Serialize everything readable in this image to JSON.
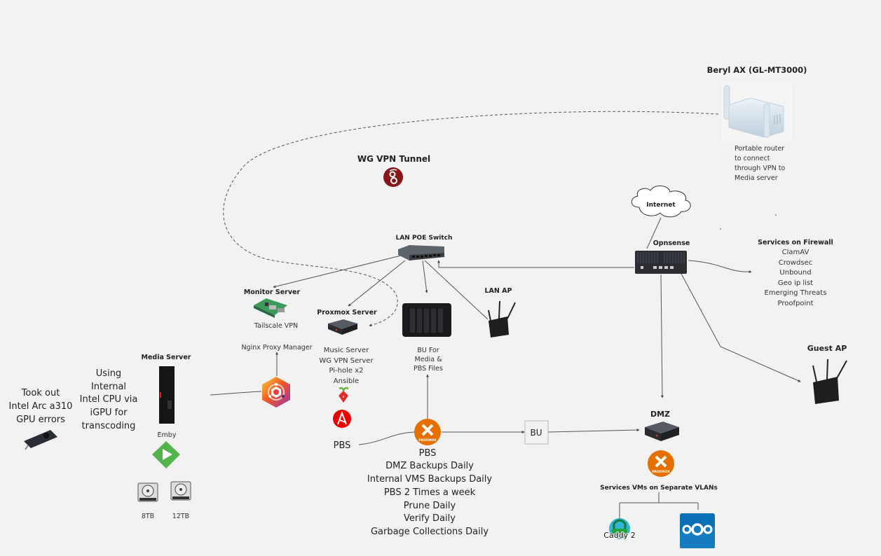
{
  "diagram": {
    "nodes": {
      "beryl": {
        "title": "Beryl AX (GL-MT3000)",
        "notes": [
          "Portable router",
          "to connect",
          "through VPN to",
          "Media server"
        ]
      },
      "wg_tunnel": {
        "title": "WG VPN Tunnel",
        "icon": "wireguard-icon"
      },
      "internet": {
        "title": "Internet"
      },
      "opnsense": {
        "title": "Opnsense"
      },
      "firewall_services": {
        "title": "Services on Firewall",
        "items": [
          "ClamAV",
          "Crowdsec",
          "Unbound",
          "Geo ip list",
          "Emerging Threats",
          "Proofpoint"
        ]
      },
      "lan_switch": {
        "title": "LAN POE Switch"
      },
      "monitor_server": {
        "title": "Monitor Server",
        "notes": [
          "Tailscale VPN"
        ]
      },
      "nginx": {
        "title": "Nginx Proxy Manager"
      },
      "proxmox_server": {
        "title": "Proxmox Server",
        "items": [
          "Music Server",
          "WG VPN Server",
          "Pi-hole x2",
          "Ansible"
        ]
      },
      "nas": {
        "notes": [
          "BU For",
          "Media &",
          "PBS Files"
        ]
      },
      "lan_ap": {
        "title": "LAN AP"
      },
      "guest_ap": {
        "title": "Guest AP"
      },
      "media_server": {
        "title": "Media Server",
        "app": "Emby",
        "disks": [
          "8TB",
          "12TB"
        ]
      },
      "igpu_note": {
        "lines": [
          "Using",
          "Internal",
          "Intel CPU via",
          "iGPU for",
          "transcoding"
        ]
      },
      "gpu_note": {
        "lines": [
          "Took out",
          "Intel Arc a310",
          "GPU errors"
        ]
      },
      "pbs": {
        "label": "PBS",
        "items": [
          "PBS",
          "DMZ Backups Daily",
          "Internal VMS Backups Daily",
          "PBS 2 Times a week",
          "Prune Daily",
          "Verify Daily",
          "Garbage Collections Daily"
        ]
      },
      "bu_box": {
        "label": "BU"
      },
      "dmz": {
        "title": "DMZ",
        "services_title": "Services VMs on Separate VLANs"
      },
      "caddy": {
        "label": "Caddy 2"
      },
      "nextcloud": {
        "label": "Nextcloud"
      }
    },
    "colors": {
      "background": "#f2f2f2",
      "proxmox_orange": "#e57000",
      "wireguard_red": "#88171a",
      "emby_green": "#52b54b",
      "ansible_red": "#e00",
      "nextcloud_blue": "#0082c9",
      "line": "#555555"
    }
  }
}
